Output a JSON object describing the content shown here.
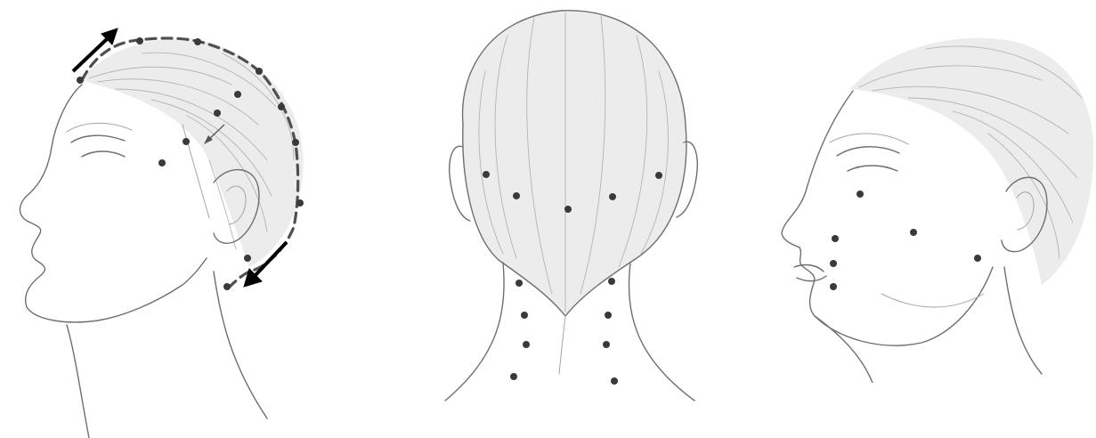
{
  "figure": {
    "panels": [
      {
        "id": "side-view",
        "injection_point_count": 13,
        "marks": [
          "dashed-hairline-path",
          "direction-arrows"
        ]
      },
      {
        "id": "back-view",
        "injection_point_count": 13
      },
      {
        "id": "oblique-view",
        "injection_point_count": 6
      }
    ],
    "colors": {
      "sketch": "#6f6f6f",
      "points": "#3a3a3a",
      "arrows": "#000000",
      "background": "#ffffff"
    }
  }
}
